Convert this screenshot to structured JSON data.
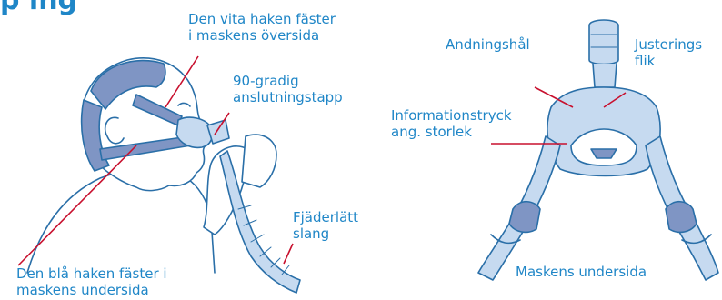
{
  "heading": "p  ing",
  "labels": {
    "white_hook_line1": "Den vita haken fäster",
    "white_hook_line2": "i maskens översida",
    "elbow_line1": "90-gradig",
    "elbow_line2": "anslutningstapp",
    "blue_hook_line1": "Den blå haken fäster i",
    "blue_hook_line2": "maskens undersida",
    "tube_line1": "Fjäderlätt",
    "tube_line2": "slang",
    "vent": "Andningshål",
    "tab_line1": "Justerings",
    "tab_line2": "flik",
    "size_line1": "Informationstryck",
    "size_line2": "ang. storlek",
    "caption": "Maskens undersida"
  },
  "colors": {
    "label": "#1f86c7",
    "leader": "#c8102e",
    "outline": "#2a6fa8",
    "headgear": "#7f95c4",
    "mask_fill": "#c6daf0",
    "skin": "#ffffff"
  }
}
